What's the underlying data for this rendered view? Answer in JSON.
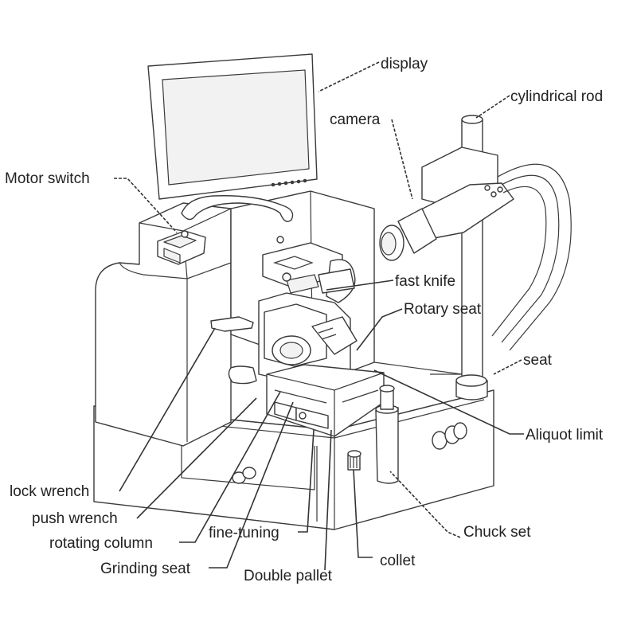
{
  "labels": {
    "display": "display",
    "cylindrical_rod": "cylindrical rod",
    "camera": "camera",
    "motor_switch": "Motor switch",
    "fast_knife": "fast knife",
    "rotary_seat": "Rotary seat",
    "seat": "seat",
    "aliquot_limit": "Aliquot limit",
    "lock_wrench": "lock wrench",
    "push_wrench": "push wrench",
    "rotating_column": "rotating column",
    "fine_tuning": "fine-tuning",
    "grinding_seat": "Grinding seat",
    "double_pallet": "Double pallet",
    "collet": "collet",
    "chuck_set": "Chuck set"
  }
}
